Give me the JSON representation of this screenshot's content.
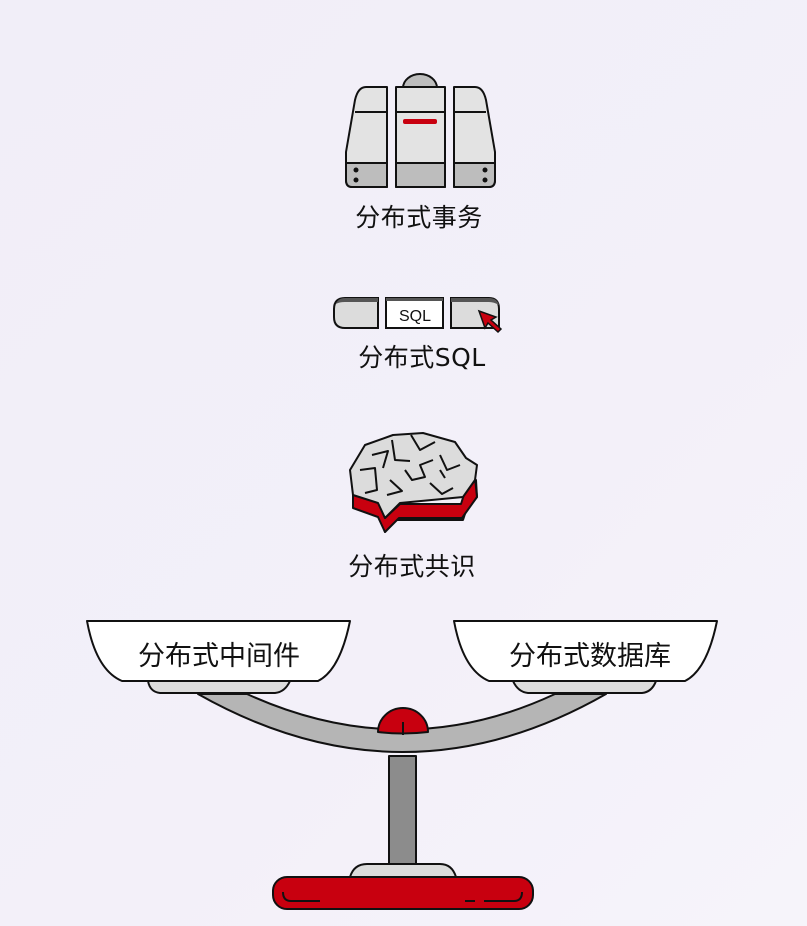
{
  "diagram": {
    "items": [
      {
        "id": "transaction",
        "label": "分布式事务",
        "icon": "server-cabinet-icon"
      },
      {
        "id": "sql",
        "label": "分布式SQL",
        "icon": "sql-toolbar-icon",
        "icon_text": "SQL"
      },
      {
        "id": "consensus",
        "label": "分布式共识",
        "icon": "brain-maze-icon"
      }
    ],
    "scale": {
      "left_pan": "分布式中间件",
      "right_pan": "分布式数据库",
      "icon": "balance-scale-icon"
    },
    "colors": {
      "accent_red": "#c8000f",
      "light_gray": "#dcdcdc",
      "mid_gray": "#b5b5b5",
      "dark_gray": "#8c8c8c",
      "background": "#f2eff8"
    }
  }
}
